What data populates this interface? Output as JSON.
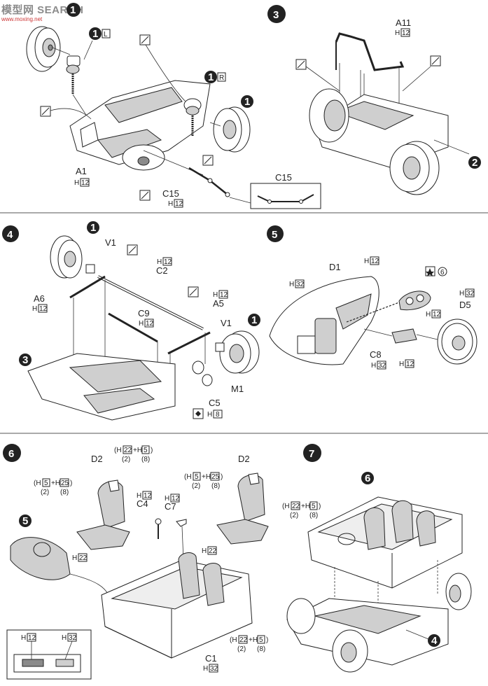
{
  "watermark": {
    "text": "模型网 SEARCH",
    "url": "www.moxing.net"
  },
  "steps": [
    {
      "num": "1",
      "labels": {
        "tagL": "L",
        "tagR": "R",
        "a1": "A1",
        "a1h": "12",
        "c15": "C15",
        "c15h": "12",
        "c15inset": "C15"
      }
    },
    {
      "num": "3",
      "labels": {
        "a11": "A11",
        "a11h": "12",
        "ref": "2"
      }
    },
    {
      "num": "4",
      "labels": {
        "v1a": "V1",
        "v1b": "V1",
        "c2": "C2",
        "c2h": "12",
        "a6": "A6",
        "a6h": "12",
        "c9": "C9",
        "c9h": "12",
        "a5": "A5",
        "a5h": "12",
        "m1": "M1",
        "c5": "C5",
        "c5h": "8",
        "ref": "3"
      }
    },
    {
      "num": "5",
      "labels": {
        "d1": "D1",
        "h32": "32",
        "h12": "12",
        "star": "6",
        "d5": "D5",
        "d5h": "32",
        "h12b": "12",
        "c8": "C8",
        "c8h": "32",
        "h12c": "12"
      }
    },
    {
      "num": "6",
      "labels": {
        "d2a": "D2",
        "d2b": "D2",
        "c4": "C4",
        "c7": "C7",
        "c4h": "12",
        "c7h": "12",
        "h22": "22",
        "h22b": "22",
        "c1": "C1",
        "c1h": "32",
        "ref": "5",
        "inset_a": "12",
        "inset_b": "32"
      }
    },
    {
      "num": "7",
      "labels": {
        "ref6": "6",
        "ref4": "4"
      }
    }
  ],
  "formulas": {
    "f22_5": {
      "a": "22",
      "b": "5",
      "na": "(2)",
      "nb": "(8)"
    },
    "f5_25": {
      "a": "5",
      "b": "25",
      "na": "(2)",
      "nb": "(8)"
    }
  }
}
